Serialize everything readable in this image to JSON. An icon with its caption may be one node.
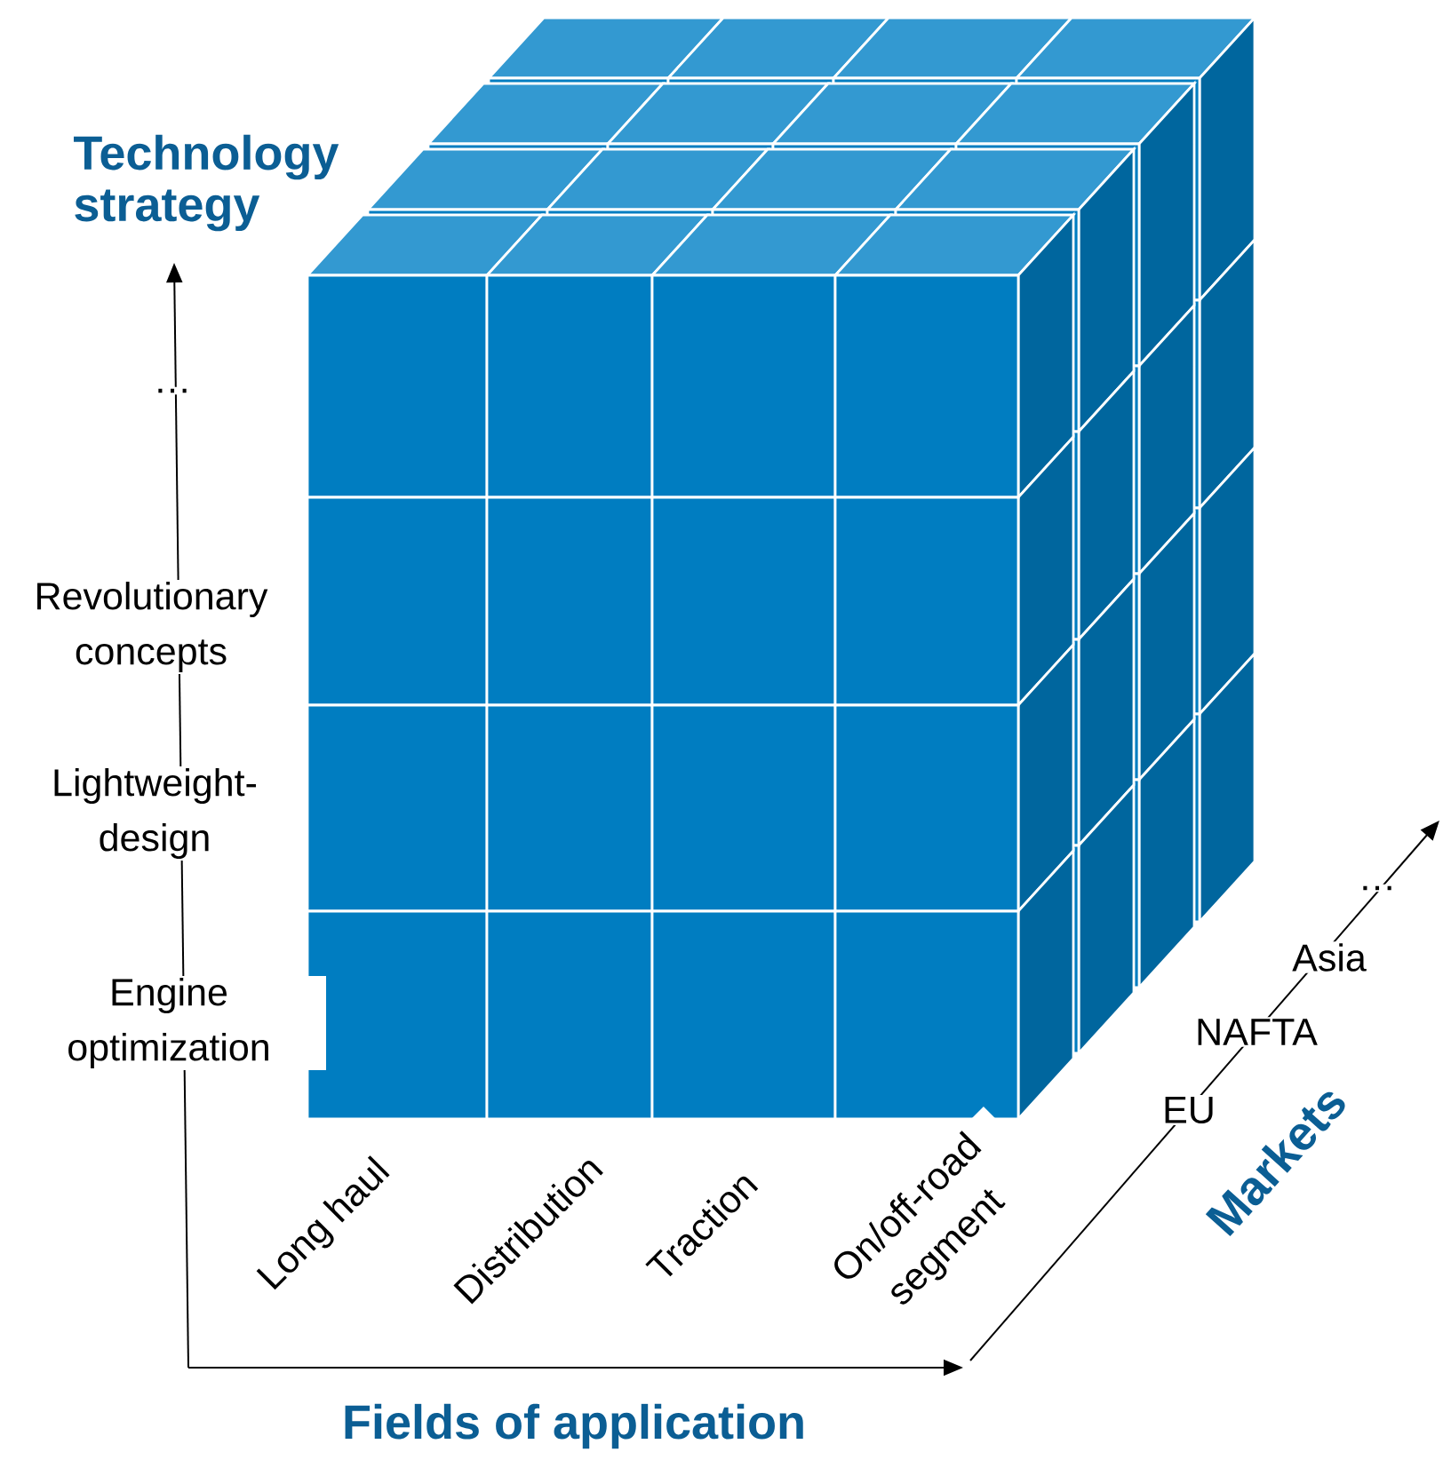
{
  "diagram": {
    "labels": [
      "Technology strategy",
      "…",
      "Revolutionary concepts",
      "Lightweight-design",
      "Engine optimization",
      "Long haul",
      "Distribution",
      "Traction",
      "On/off-road segment",
      "…",
      "Asia",
      "NAFTA",
      "EU",
      "Markets",
      "Fields of application"
    ]
  }
}
